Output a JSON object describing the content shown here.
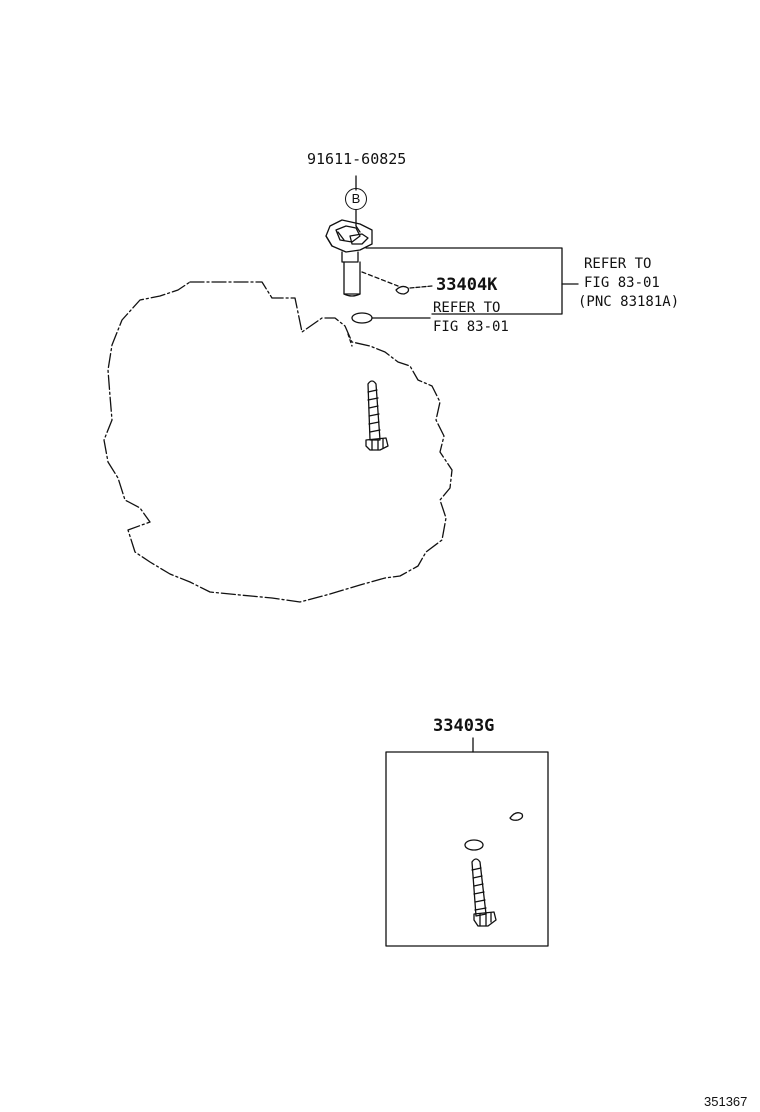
{
  "labels": {
    "bolt_part_number": "91611-60825",
    "torque_mark": "B",
    "sensor_part_number": "33404K",
    "sensor_refer_line1": "REFER TO",
    "sensor_refer_line2": "FIG 83-01",
    "sensor_refer_line3": "(PNC 83181A)",
    "oring_refer_line1": "REFER TO",
    "oring_refer_line2": "FIG 83-01",
    "kit_part_number": "33403G",
    "illustration_code": "351367"
  }
}
